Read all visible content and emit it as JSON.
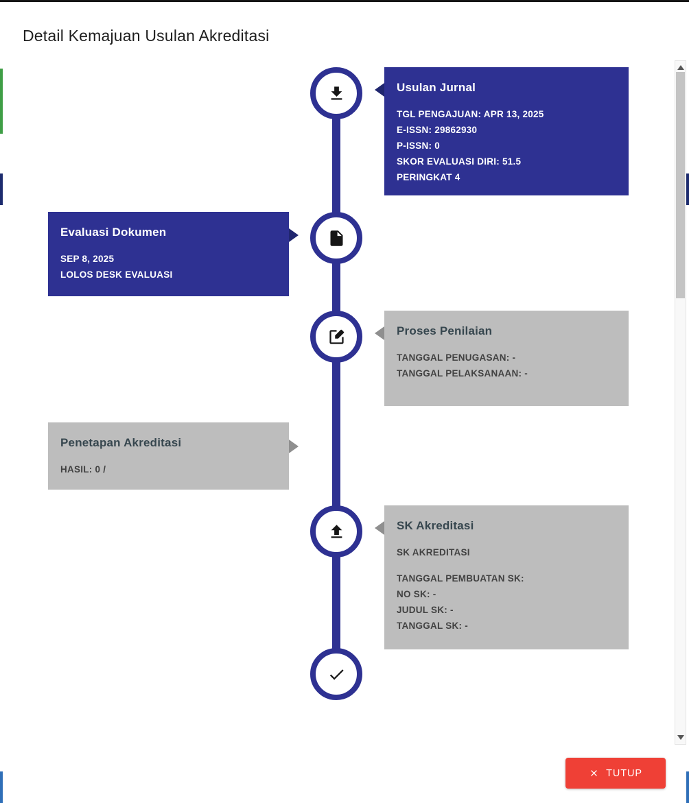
{
  "modal": {
    "title": "Detail Kemajuan Usulan Akreditasi",
    "footer": {
      "close_label": "TUTUP",
      "close_icon": "x-icon"
    }
  },
  "colors": {
    "active_card": "#2e3192",
    "inactive_card": "#bdbdbd",
    "timeline": "#2e3192",
    "danger_button": "#ef4036",
    "icon": "#161616"
  },
  "timeline": {
    "nodes": [
      {
        "icon": "download-icon"
      },
      {
        "icon": "file-icon"
      },
      {
        "icon": "edit-icon"
      },
      {
        "icon": "upload-icon"
      },
      {
        "icon": "check-icon"
      }
    ],
    "cards": [
      {
        "side": "right",
        "state": "active",
        "title": "Usulan Jurnal",
        "lines": [
          "TGL PENGAJUAN: APR 13, 2025",
          "E-ISSN: 29862930",
          "P-ISSN: 0",
          "SKOR EVALUASI DIRI: 51.5",
          "PERINGKAT 4"
        ]
      },
      {
        "side": "left",
        "state": "active",
        "title": "Evaluasi Dokumen",
        "lines": [
          "SEP 8, 2025",
          "LOLOS DESK EVALUASI"
        ]
      },
      {
        "side": "right",
        "state": "inactive",
        "title": "Proses Penilaian",
        "lines": [
          "TANGGAL PENUGASAN: -",
          "TANGGAL PELAKSANAAN: -"
        ]
      },
      {
        "side": "left",
        "state": "inactive",
        "title": "Penetapan Akreditasi",
        "lines": [
          "HASIL: 0 /"
        ]
      },
      {
        "side": "right",
        "state": "inactive",
        "title": "SK Akreditasi",
        "lines": [
          "SK AKREDITASI",
          "",
          "TANGGAL PEMBUATAN SK:",
          "NO SK: -",
          "JUDUL SK: -",
          "TANGGAL SK: -"
        ]
      }
    ]
  },
  "scrollbar": {
    "up_icon": "triangle-up",
    "down_icon": "triangle-down"
  }
}
